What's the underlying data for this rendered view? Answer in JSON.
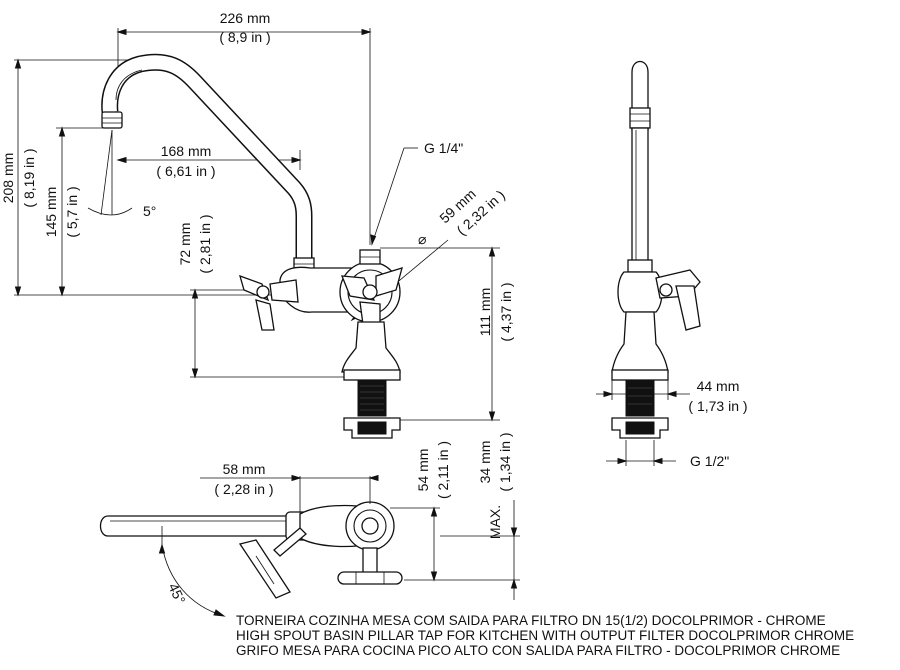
{
  "front_view": {
    "width_226": {
      "mm": "226 mm",
      "in": "( 8,9 in )"
    },
    "width_168": {
      "mm": "168 mm",
      "in": "( 6,61 in )"
    },
    "height_208": {
      "mm": "208 mm",
      "in": "( 8,19 in )"
    },
    "height_145": {
      "mm": "145 mm",
      "in": "( 5,7 in )"
    },
    "height_72": {
      "mm": "72 mm",
      "in": "( 2,81 in )"
    },
    "height_111": {
      "mm": "111 mm",
      "in": "( 4,37 in )"
    },
    "angle_5": "5°",
    "thread_top": "G 1/4\"",
    "diameter_59": {
      "symbol": "⌀",
      "mm": "59 mm",
      "in": "( 2,32 in )"
    }
  },
  "side_view": {
    "width_44": {
      "mm": "44 mm",
      "in": "( 1,73 in )"
    },
    "thread_bottom": "G 1/2\""
  },
  "top_view": {
    "width_58": {
      "mm": "58 mm",
      "in": "( 2,28 in )"
    },
    "height_54": {
      "mm": "54 mm",
      "in": "( 2,11 in )"
    },
    "height_34": {
      "prefix": "MAX.",
      "mm": "34 mm",
      "in": "( 1,34 in )"
    },
    "angle_45": "45°"
  },
  "caption": {
    "line_pt": "TORNEIRA COZINHA MESA COM SAIDA PARA FILTRO DN 15(1/2) DOCOLPRIMOR - CHROME",
    "line_en": "HIGH SPOUT BASIN PILLAR TAP FOR KITCHEN WITH OUTPUT FILTER DOCOLPRIMOR CHROME",
    "line_es": "GRIFO MESA PARA COCINA PICO ALTO CON SALIDA PARA FILTRO - DOCOLPRIMOR CHROME"
  }
}
